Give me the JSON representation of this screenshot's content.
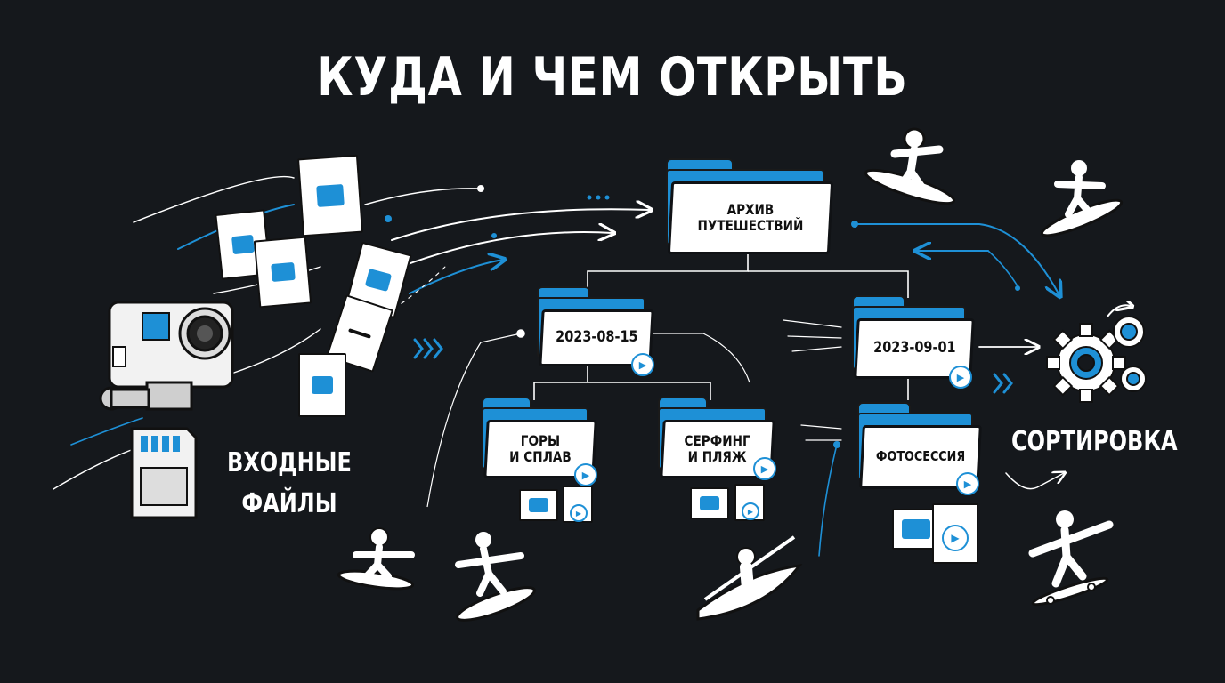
{
  "title": "КУДА И ЧЕМ ОТКРЫТЬ",
  "input": {
    "line1": "ВХОДНЫЕ",
    "line2": "ФАЙЛЫ"
  },
  "archive": {
    "line1": "АРХИВ",
    "line2": "ПУТЕШЕСТВИЙ"
  },
  "dates": {
    "date1": "2023-08-15",
    "date2": "2023-09-01"
  },
  "subfolders": {
    "mountains": {
      "line1": "ГОРЫ",
      "line2": "И СПЛАВ"
    },
    "surfing": {
      "line1": "СЕРФИНГ",
      "line2": "И ПЛЯЖ"
    },
    "photosession": {
      "line1": "ФОТОСЕССИЯ"
    }
  },
  "sorting": "СОРТИРОВКА",
  "colors": {
    "background": "#15181c",
    "accent": "#1e90d6",
    "text": "#ffffff"
  }
}
